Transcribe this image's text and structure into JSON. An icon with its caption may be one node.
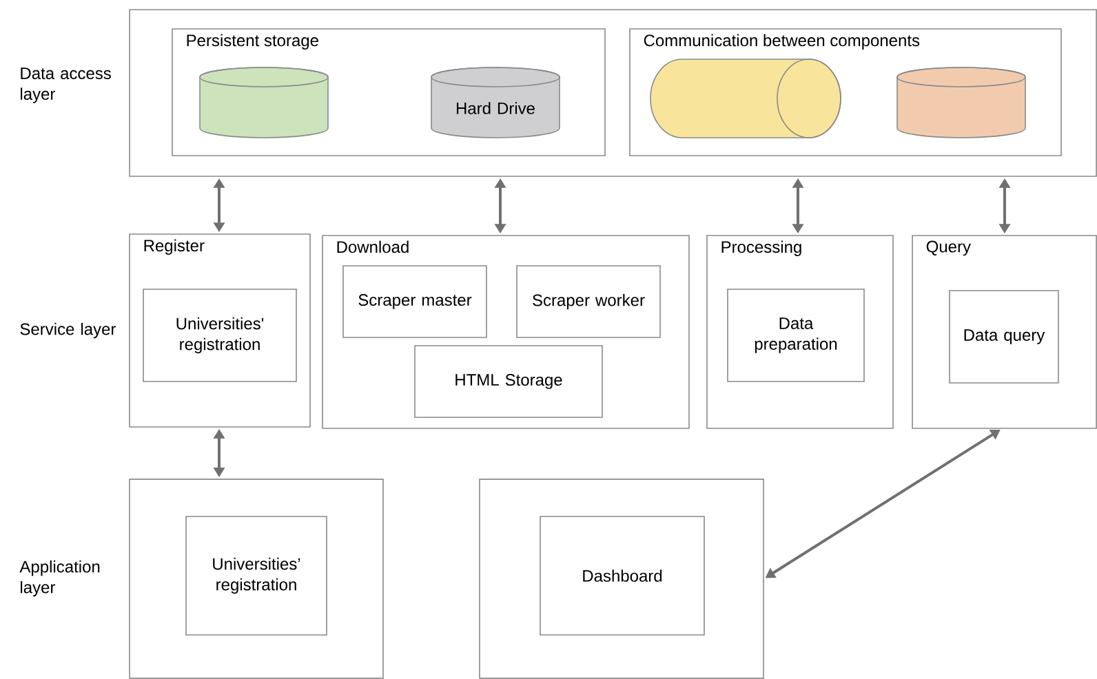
{
  "diagram": {
    "nodes": [
      {
        "text": [],
        "shape": "box"
      },
      {
        "text": [
          "Persistent storage"
        ],
        "in": 0
      },
      {
        "text": [],
        "shape": "cylinder",
        "in": 1
      },
      {
        "text": [
          "Hard Drive"
        ],
        "in": 1
      },
      {
        "text": [
          "Communication between components"
        ],
        "in": 0
      },
      {
        "text": [],
        "shape": "cylinder",
        "in": 4
      },
      {
        "text": [],
        "shape": "cylinder",
        "in": 4
      },
      {
        "text": [
          "Register"
        ]
      },
      {
        "text": [
          "Universities' registration"
        ],
        "in": 7
      },
      {
        "text": [
          "Download"
        ]
      },
      {
        "text": [
          "Scraper master"
        ],
        "in": 9
      },
      {
        "text": [
          "Scraper worker"
        ],
        "in": 9
      },
      {
        "text": [
          "HTML Storage"
        ],
        "in": 9
      },
      {
        "text": [
          "Processing"
        ]
      },
      {
        "text": [
          "Data preparation"
        ],
        "in": 13
      },
      {
        "text": [
          "Query"
        ]
      },
      {
        "text": [
          "Data query"
        ],
        "in": 15
      },
      {
        "text": [],
        "shape": "box"
      },
      {
        "text": [
          "Universities’ registration"
        ],
        "in": 17
      },
      {
        "text": [],
        "shape": "box"
      },
      {
        "text": [
          "Dashboard"
        ],
        "in": 19
      }
    ],
    "edges": [
      {
        "from": 0,
        "to": 7,
        "arrow": "both"
      },
      {
        "from": 0,
        "to": 9,
        "arrow": "both"
      },
      {
        "from": 0,
        "to": 13,
        "arrow": "both"
      },
      {
        "from": 0,
        "to": 15,
        "arrow": "both"
      },
      {
        "from": 7,
        "to": 17,
        "arrow": "both"
      },
      {
        "from": 15,
        "to": 19,
        "arrow": "both"
      }
    ],
    "labels": [
      "Data access layer",
      "Service layer",
      "Application layer"
    ]
  }
}
